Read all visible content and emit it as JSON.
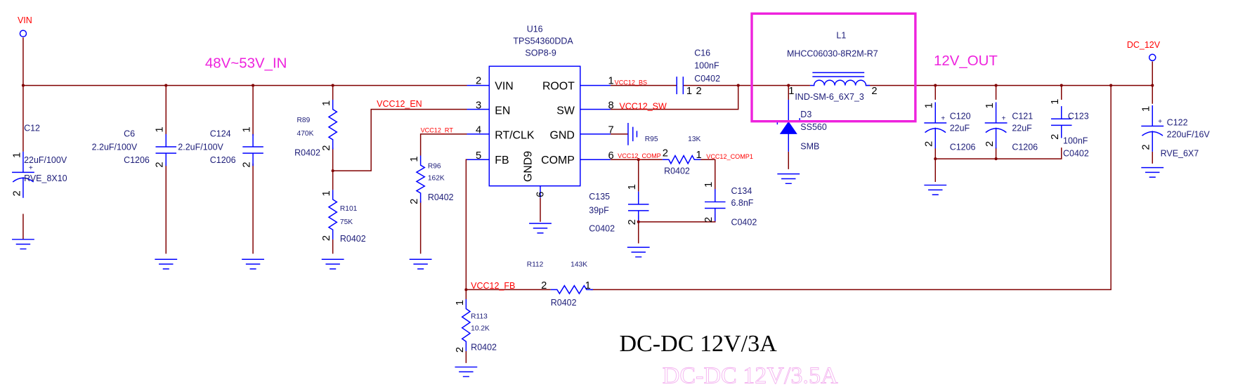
{
  "nets": {
    "vin": "VIN",
    "dc_12v": "DC_12V",
    "vcc12_en": "VCC12_EN",
    "vcc12_rt": "VCC12_RT",
    "vcc12_bs": "VCC12_BS",
    "vcc12_sw": "VCC12_SW",
    "vcc12_comp": "VCC12_COMP",
    "vcc12_comp1": "VCC12_COMP1",
    "vcc12_fb": "VCC12_FB"
  },
  "annotations": {
    "input_range": "48V~53V_IN",
    "output": "12V_OUT",
    "title": "DC-DC 12V/3A",
    "ghost_title": "DC-DC 12V/3.5A"
  },
  "colors": {
    "wire": "#800000",
    "component": "#0000ff",
    "net_label": "#ff0000",
    "highlight": "#ee22dd"
  },
  "ic": {
    "ref": "U16",
    "part": "TPS54360DDA",
    "package": "SOP8-9",
    "pins_left": [
      {
        "num": "2",
        "name": "VIN"
      },
      {
        "num": "3",
        "name": "EN"
      },
      {
        "num": "4",
        "name": "RT/CLK"
      },
      {
        "num": "5",
        "name": "FB"
      }
    ],
    "pins_right": [
      {
        "num": "1",
        "name": "ROOT"
      },
      {
        "num": "8",
        "name": "SW"
      },
      {
        "num": "7",
        "name": "GND"
      },
      {
        "num": "6",
        "name": "COMP"
      }
    ],
    "bottom_pin": {
      "num": "9",
      "name": "GND9"
    }
  },
  "components": {
    "c12": {
      "ref": "C12",
      "value": "22uF/100V",
      "footprint": "RVE_8X10"
    },
    "c6": {
      "ref": "C6",
      "value": "2.2uF/100V",
      "footprint": "C1206"
    },
    "c124": {
      "ref": "C124",
      "value": "2.2uF/100V",
      "footprint": "C1206"
    },
    "r89": {
      "ref": "R89",
      "value": "470K",
      "footprint": "R0402"
    },
    "r101": {
      "ref": "R101",
      "value": "75K",
      "footprint": "R0402"
    },
    "r96": {
      "ref": "R96",
      "value": "162K",
      "footprint": "R0402"
    },
    "r113": {
      "ref": "R113",
      "value": "10.2K",
      "footprint": "R0402"
    },
    "r112": {
      "ref": "R112",
      "value": "143K",
      "footprint": "R0402"
    },
    "r95": {
      "ref": "R95",
      "value": "13K",
      "footprint": "R0402"
    },
    "c135": {
      "ref": "C135",
      "value": "39pF",
      "footprint": "C0402"
    },
    "c134": {
      "ref": "C134",
      "value": "6.8nF",
      "footprint": "C0402"
    },
    "c16": {
      "ref": "C16",
      "value": "100nF",
      "footprint": "C0402"
    },
    "l1": {
      "ref": "L1",
      "value": "MHCC06030-8R2M-R7",
      "footprint": "IND-SM-6_6X7_3"
    },
    "d3": {
      "ref": "D3",
      "value": "SS560",
      "footprint": "SMB"
    },
    "c120": {
      "ref": "C120",
      "value": "22uF",
      "footprint": "C1206"
    },
    "c121": {
      "ref": "C121",
      "value": "22uF",
      "footprint": "C1206"
    },
    "c123": {
      "ref": "C123",
      "value": "100nF",
      "footprint": "C0402"
    },
    "c122": {
      "ref": "C122",
      "value": "220uF/16V",
      "footprint": "RVE_6X7"
    }
  },
  "pin_numbers": {
    "one": "1",
    "two": "2"
  }
}
